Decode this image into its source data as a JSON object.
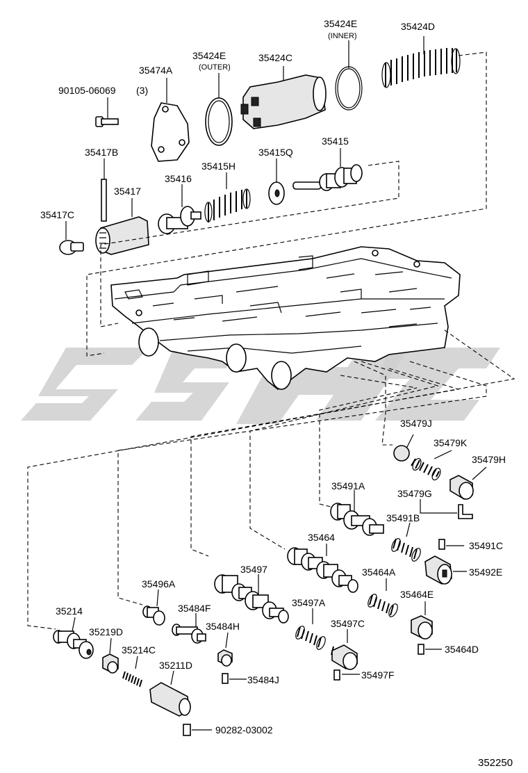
{
  "diagram_number": "352250",
  "parts": [
    {
      "id": "90105-06069",
      "note": "(3)"
    },
    {
      "id": "35474A"
    },
    {
      "id": "35424E",
      "note": "(OUTER)"
    },
    {
      "id": "35424C"
    },
    {
      "id": "35424E",
      "note": "(INNER)"
    },
    {
      "id": "35424D"
    },
    {
      "id": "35417B"
    },
    {
      "id": "35417"
    },
    {
      "id": "35416"
    },
    {
      "id": "35415H"
    },
    {
      "id": "35415Q"
    },
    {
      "id": "35415"
    },
    {
      "id": "35417C"
    },
    {
      "id": "35479J"
    },
    {
      "id": "35479K"
    },
    {
      "id": "35479H"
    },
    {
      "id": "35479G"
    },
    {
      "id": "35491A"
    },
    {
      "id": "35491B"
    },
    {
      "id": "35491C"
    },
    {
      "id": "35492E"
    },
    {
      "id": "35464"
    },
    {
      "id": "35464A"
    },
    {
      "id": "35464E"
    },
    {
      "id": "35464D"
    },
    {
      "id": "35497"
    },
    {
      "id": "35497A"
    },
    {
      "id": "35497C"
    },
    {
      "id": "35497F"
    },
    {
      "id": "35496A"
    },
    {
      "id": "35484F"
    },
    {
      "id": "35484H"
    },
    {
      "id": "35484J"
    },
    {
      "id": "35214"
    },
    {
      "id": "35219D"
    },
    {
      "id": "35214C"
    },
    {
      "id": "35211D"
    },
    {
      "id": "90282-03002"
    }
  ],
  "colors": {
    "ink": "#000000",
    "background": "#ffffff",
    "watermark": "#cfcfcf"
  }
}
